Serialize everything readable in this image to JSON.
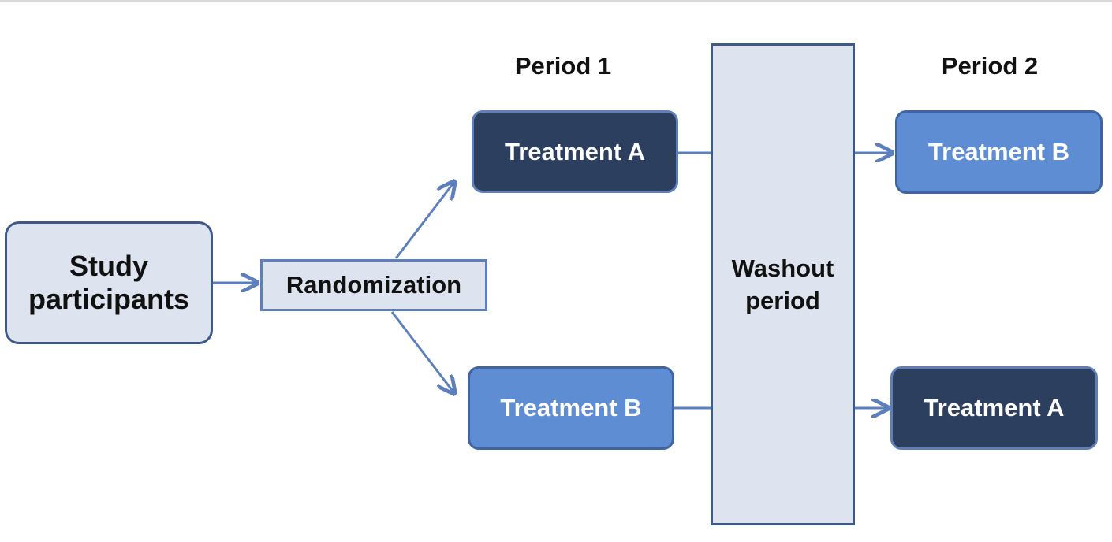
{
  "diagram": {
    "study_participants": "Study participants",
    "randomization": "Randomization",
    "period_1": "Period 1",
    "period_2": "Period 2",
    "washout": "Washout period",
    "p1_top": "Treatment A",
    "p1_bottom": "Treatment B",
    "p2_top": "Treatment B",
    "p2_bottom": "Treatment A"
  },
  "colors": {
    "dark_treatment": "#2c3f5f",
    "medium_treatment": "#5f8dd3",
    "light_fill": "#dde4ef",
    "connector": "#5b80bd"
  }
}
